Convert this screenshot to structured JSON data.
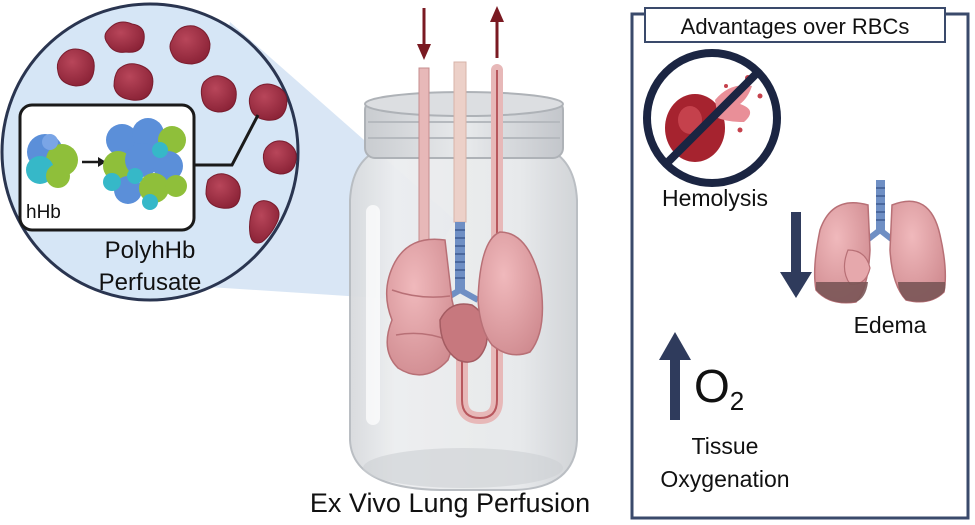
{
  "inset": {
    "hhb_label": "hHb",
    "title_line1": "PolyhHb",
    "title_line2": "Perfusate"
  },
  "jar": {
    "caption": "Ex Vivo Lung Perfusion"
  },
  "advantages": {
    "title": "Advantages over RBCs",
    "hemolysis_label": "Hemolysis",
    "edema_label": "Edema",
    "oxygen_symbol": "O",
    "oxygen_subscript": "2",
    "tissue_line1": "Tissue",
    "tissue_line2": "Oxygenation"
  },
  "colors": {
    "panel_border": "#3a4a6b",
    "arrow_navy": "#2f3b5c",
    "flow_arrow": "#7a1a22",
    "polyhb": "#9c2a3f",
    "lung": "#dd9da0",
    "trachea": "#6f8fc4",
    "hhb_blue": "#5b8fd9",
    "hhb_green": "#8fbf3a",
    "hhb_cyan": "#36b8c8"
  },
  "icons": {
    "no_hemolysis": "no-sign-over-red-blood-cell",
    "edema_arrow": "down-arrow",
    "oxygen_arrow": "up-arrow"
  }
}
